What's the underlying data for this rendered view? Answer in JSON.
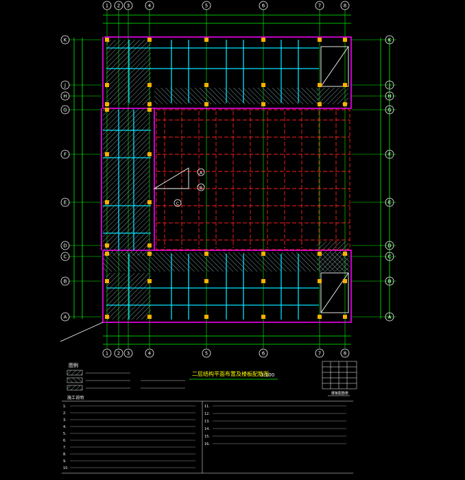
{
  "drawing": {
    "title": "二层结构平面布置及楼板配筋图",
    "scale": "1:100",
    "top_axes": [
      "1",
      "2",
      "3",
      "4",
      "5",
      "6",
      "7",
      "8"
    ],
    "left_axes": [
      "K",
      "J",
      "H",
      "G",
      "F",
      "E",
      "D",
      "C",
      "B",
      "A"
    ],
    "right_axes": [
      "K",
      "J",
      "H",
      "G",
      "F",
      "E",
      "D",
      "C",
      "B",
      "A"
    ],
    "section_marks": [
      "A",
      "B",
      "C"
    ],
    "legend_title": "图例",
    "notes_title": "施工说明",
    "note_numbers_left": [
      "1.",
      "2.",
      "3.",
      "4.",
      "5.",
      "6.",
      "7.",
      "8.",
      "9.",
      "10."
    ],
    "note_numbers_right": [
      "11.",
      "12.",
      "13.",
      "14.",
      "15.",
      "16."
    ],
    "table_title": "楼板配筋表"
  },
  "colors": {
    "background": "#000000",
    "axis_line": "#00ff00",
    "beam": "#00ffff",
    "slab": "#ff0000",
    "column": "#ffb000",
    "wall": "#ff00ff",
    "hatch": "#6f8f8f",
    "text": "#ffffff",
    "title": "#ffff00"
  }
}
